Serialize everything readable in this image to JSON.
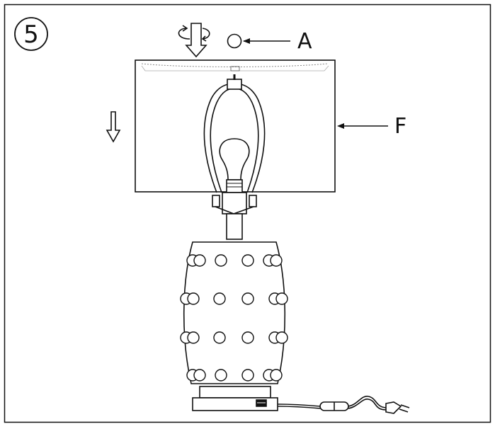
{
  "step": {
    "number": "5"
  },
  "callouts": {
    "finial": {
      "letter": "A"
    },
    "shade": {
      "letter": "F"
    }
  },
  "colors": {
    "line": "#111111",
    "background": "#ffffff"
  },
  "icons": [
    "rotate-arrow-icon",
    "down-arrow-icon",
    "finial-part-icon",
    "callout-arrow-icon"
  ]
}
